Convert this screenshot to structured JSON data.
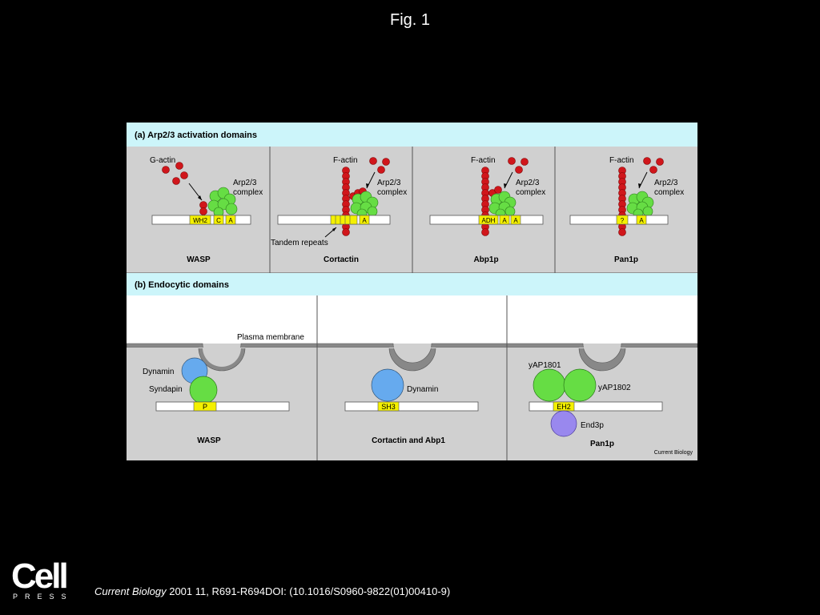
{
  "slide": {
    "title": "Fig. 1",
    "citation_journal": "Current Biology",
    "citation_details": " 2001 11, R691-R694DOI: (10.1016/S0960-9822(01)00410-9)",
    "logo_text": "Cell",
    "logo_subtext": "PRESS"
  },
  "figure": {
    "section_a": {
      "header": "(a)  Arp2/3 activation domains",
      "panels": [
        {
          "name": "WASP",
          "actin_label": "G-actin",
          "complex_label_1": "Arp2/3",
          "complex_label_2": "complex",
          "domains": [
            "WH2",
            "C",
            "A"
          ]
        },
        {
          "name": "Cortactin",
          "actin_label": "F-actin",
          "complex_label_1": "Arp2/3",
          "complex_label_2": "complex",
          "domains": [
            "A"
          ],
          "repeats_label": "Tandem repeats"
        },
        {
          "name": "Abp1p",
          "actin_label": "F-actin",
          "complex_label_1": "Arp2/3",
          "complex_label_2": "complex",
          "domains": [
            "ADH",
            "A",
            "A"
          ]
        },
        {
          "name": "Pan1p",
          "actin_label": "F-actin",
          "complex_label_1": "Arp2/3",
          "complex_label_2": "complex",
          "domains": [
            "?",
            "A"
          ]
        }
      ]
    },
    "section_b": {
      "header": "(b)  Endocytic domains",
      "membrane_label": "Plasma membrane",
      "panels": [
        {
          "name": "WASP",
          "domain": "P",
          "labels": [
            "Dynamin",
            "Syndapin"
          ]
        },
        {
          "name": "Cortactin and Abp1",
          "domain": "SH3",
          "labels": [
            "Dynamin"
          ]
        },
        {
          "name": "Pan1p",
          "domain": "EH2",
          "labels": [
            "yAP1801",
            "yAP1802",
            "End3p"
          ]
        }
      ]
    },
    "credit": "Current Biology"
  },
  "colors": {
    "background": "#000000",
    "panel_gray": "#d0d0d0",
    "header_cyan": "#ccf5fa",
    "actin_red": "#d0161b",
    "arp_green": "#66dd44",
    "domain_yellow": "#f4f000",
    "dynamin_blue": "#66aaee",
    "end3p_purple": "#9988ee"
  }
}
